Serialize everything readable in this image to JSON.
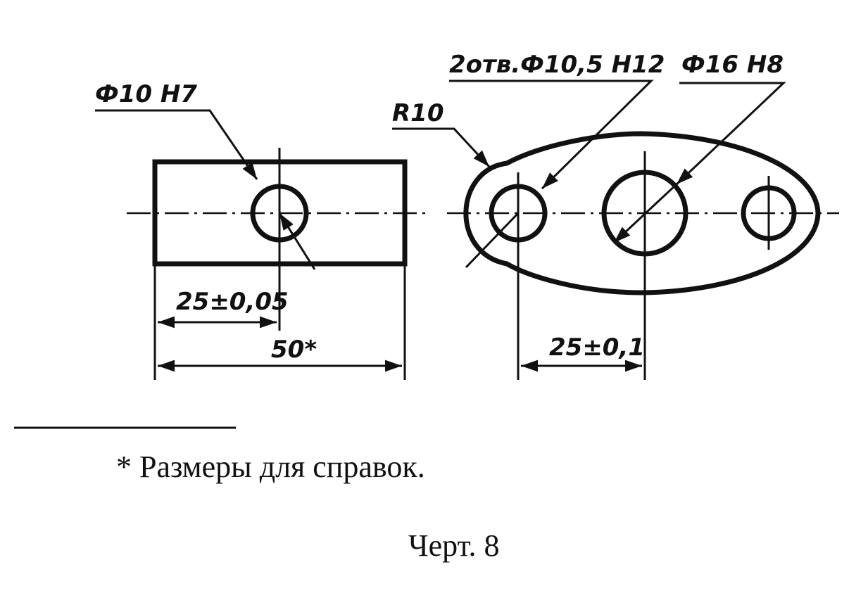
{
  "labels": {
    "hole_left": "Ф10 Н7",
    "holes_two": "2отв.Ф10,5 Н12",
    "hole_center": "Ф16 Н8",
    "radius": "R10",
    "dim_25_left": "25±0,05",
    "dim_50": "50*",
    "dim_25_right": "25±0,1"
  },
  "footnote": "* Размеры для справок.",
  "caption": "Черт. 8"
}
